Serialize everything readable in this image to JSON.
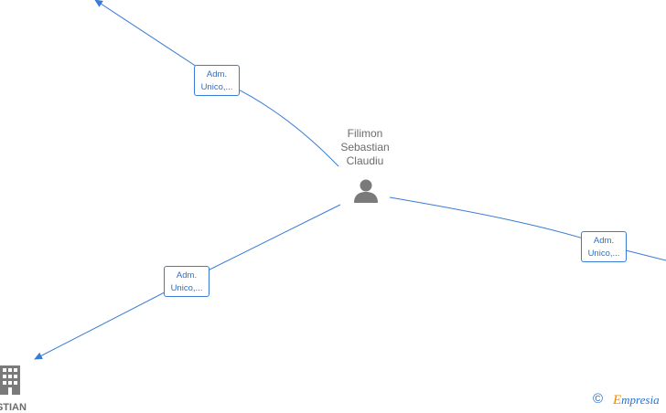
{
  "person": {
    "name_lines": [
      "Filimon",
      "Sebastian",
      "Claudiu"
    ],
    "icon": "person-icon"
  },
  "edges": [
    {
      "label_lines": [
        "Adm.",
        "Unico,..."
      ],
      "direction": "top-left"
    },
    {
      "label_lines": [
        "Adm.",
        "Unico,..."
      ],
      "direction": "bottom-left"
    },
    {
      "label_lines": [
        "Adm.",
        "Unico,..."
      ],
      "direction": "right"
    }
  ],
  "company": {
    "label": "ASTIAN",
    "icon": "building-icon"
  },
  "footer": {
    "copyright_symbol": "©",
    "brand_first": "E",
    "brand_rest": "mpresia"
  },
  "colors": {
    "edge": "#3a7bd5",
    "label_text": "#2a6fcf",
    "node_text": "#6b6b6b",
    "icon": "#7a7a7a",
    "brand_accent": "#f08a00"
  }
}
